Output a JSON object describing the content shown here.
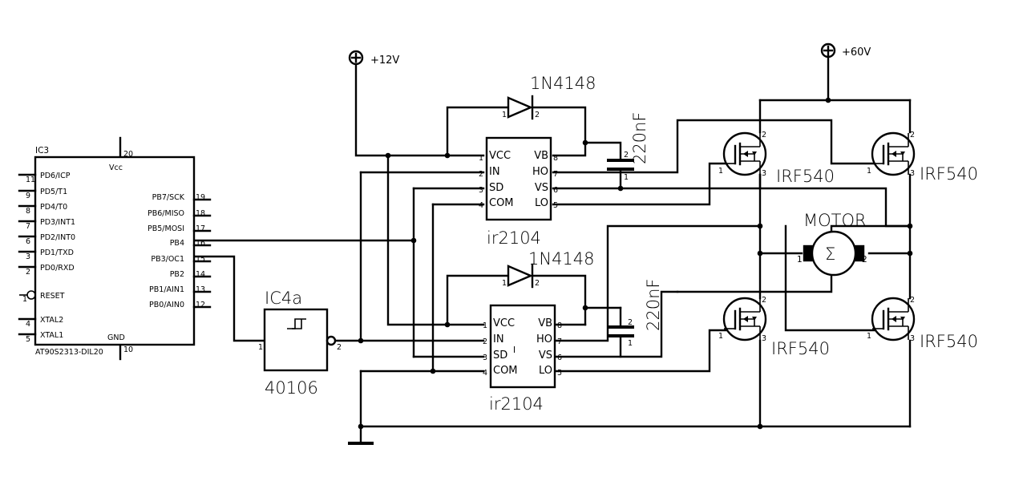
{
  "supplies": {
    "v12": "+12V",
    "v60": "+60V"
  },
  "mcu": {
    "ref": "IC3",
    "part": "AT90S2313-DIL20",
    "vcc_label": "Vcc",
    "gnd_label": "GND",
    "vcc_pin": "20",
    "gnd_pin": "10",
    "left_pins": [
      {
        "num": "11",
        "name": "PD6/ICP"
      },
      {
        "num": "9",
        "name": "PD5/T1"
      },
      {
        "num": "8",
        "name": "PD4/T0"
      },
      {
        "num": "7",
        "name": "PD3/INT1"
      },
      {
        "num": "6",
        "name": "PD2/INT0"
      },
      {
        "num": "3",
        "name": "PD1/TXD"
      },
      {
        "num": "2",
        "name": "PD0/RXD"
      },
      {
        "num": "1",
        "name": "RESET"
      },
      {
        "num": "4",
        "name": "XTAL2"
      },
      {
        "num": "5",
        "name": "XTAL1"
      }
    ],
    "right_pins": [
      {
        "num": "19",
        "name": "PB7/SCK"
      },
      {
        "num": "18",
        "name": "PB6/MISO"
      },
      {
        "num": "17",
        "name": "PB5/MOSI"
      },
      {
        "num": "16",
        "name": "PB4"
      },
      {
        "num": "15",
        "name": "PB3/OC1"
      },
      {
        "num": "14",
        "name": "PB2"
      },
      {
        "num": "13",
        "name": "PB1/AIN1"
      },
      {
        "num": "12",
        "name": "PB0/AIN0"
      }
    ]
  },
  "inverter": {
    "ref": "IC4a",
    "part": "40106",
    "pin_in": "1",
    "pin_out": "2"
  },
  "driver_top": {
    "part": "ir2104",
    "left_pins": [
      {
        "num": "1",
        "name": "VCC"
      },
      {
        "num": "2",
        "name": "IN"
      },
      {
        "num": "3",
        "name": "SD"
      },
      {
        "num": "4",
        "name": "COM"
      }
    ],
    "right_pins": [
      {
        "num": "8",
        "name": "VB"
      },
      {
        "num": "7",
        "name": "HO"
      },
      {
        "num": "6",
        "name": "VS"
      },
      {
        "num": "5",
        "name": "LO"
      }
    ]
  },
  "driver_bottom": {
    "part": "ir2104",
    "marker": "I",
    "left_pins": [
      {
        "num": "1",
        "name": "VCC"
      },
      {
        "num": "2",
        "name": "IN"
      },
      {
        "num": "3",
        "name": "SD"
      },
      {
        "num": "4",
        "name": "COM"
      }
    ],
    "right_pins": [
      {
        "num": "8",
        "name": "VB"
      },
      {
        "num": "7",
        "name": "HO"
      },
      {
        "num": "6",
        "name": "VS"
      },
      {
        "num": "5",
        "name": "LO"
      }
    ]
  },
  "diode_top": {
    "part": "1N4148",
    "pin_a": "1",
    "pin_k": "2"
  },
  "diode_bottom": {
    "part": "1N4148",
    "pin_a": "1",
    "pin_k": "2"
  },
  "cap_top": {
    "value": "220nF",
    "pin_a": "2",
    "pin_b": "1"
  },
  "cap_bottom": {
    "value": "220nF",
    "pin_a": "2",
    "pin_b": "1"
  },
  "mosfets": [
    {
      "part": "IRF540",
      "g": "1",
      "d": "2",
      "s": "3"
    },
    {
      "part": "IRF540",
      "g": "1",
      "d": "2",
      "s": "3"
    },
    {
      "part": "IRF540",
      "g": "1",
      "d": "2",
      "s": "3"
    },
    {
      "part": "IRF540",
      "g": "1",
      "d": "2",
      "s": "3"
    }
  ],
  "motor": {
    "label": "MOTOR",
    "symbol": "Σ",
    "pin_a": "1",
    "pin_b": "2"
  }
}
